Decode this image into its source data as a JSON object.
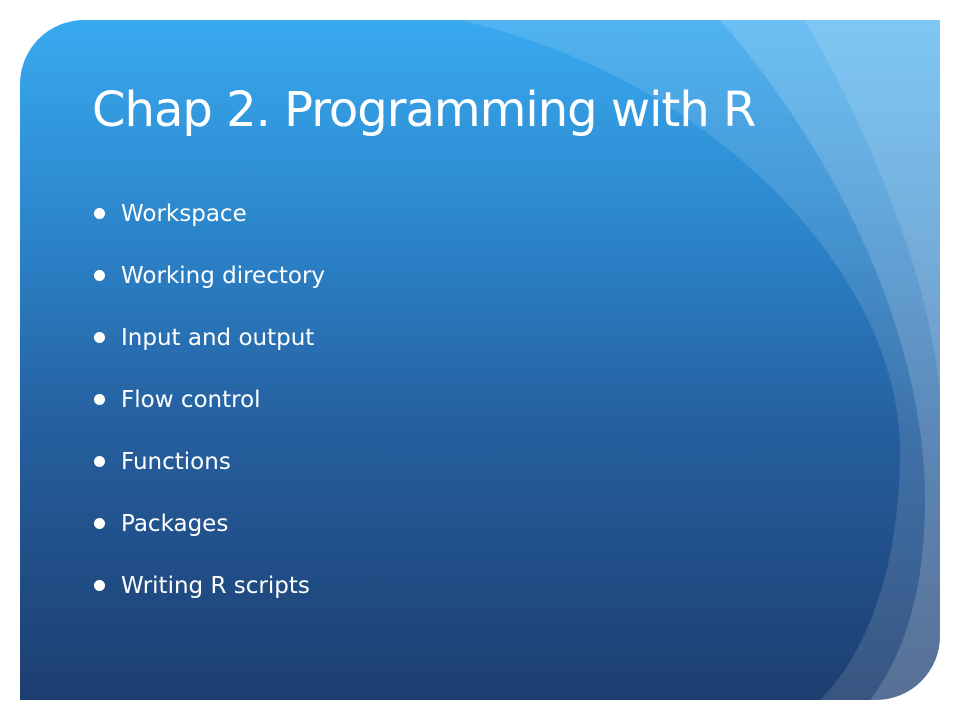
{
  "slide": {
    "title": "Chap 2. Programming with R",
    "bullets": [
      "Workspace",
      "Working directory",
      "Input and output",
      "Flow control",
      "Functions",
      "Packages",
      "Writing R scripts"
    ]
  },
  "colors": {
    "background_top": "#39aaf0",
    "background_bottom": "#1d3e70",
    "text": "#ffffff"
  }
}
